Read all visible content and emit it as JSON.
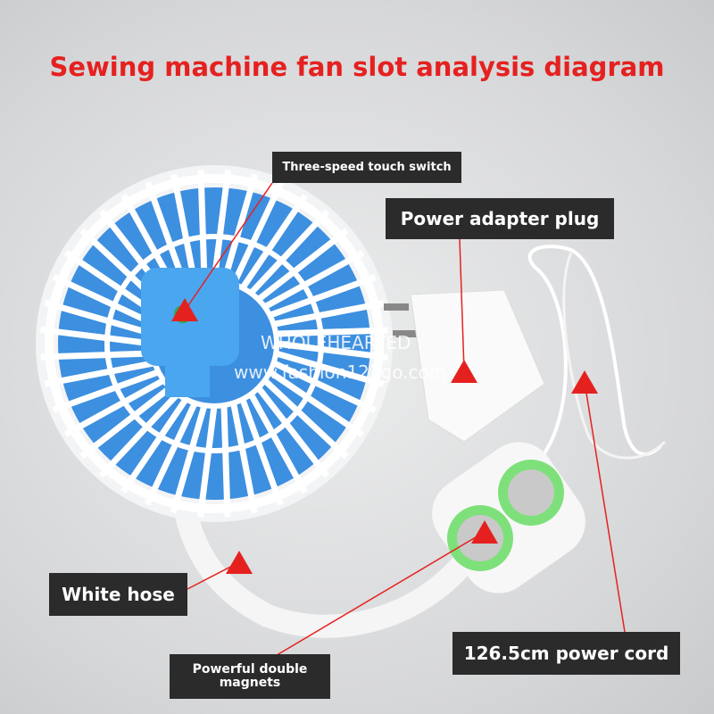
{
  "title": "Sewing machine fan slot analysis diagram",
  "labels": {
    "switch": "Three-speed touch switch",
    "adapter": "Power adapter plug",
    "hose": "White hose",
    "magnets": "Powerful double magnets",
    "cord": "126.5cm power cord"
  },
  "watermark": {
    "line1": "WHOLEHEARTED :",
    "line2": "www.fashion123go.com"
  },
  "colors": {
    "accent": "#e5211f",
    "label_bg": "#2b2b2b",
    "fan_blue": "#3d8fe0",
    "magnet_ring": "#7ee07a"
  }
}
